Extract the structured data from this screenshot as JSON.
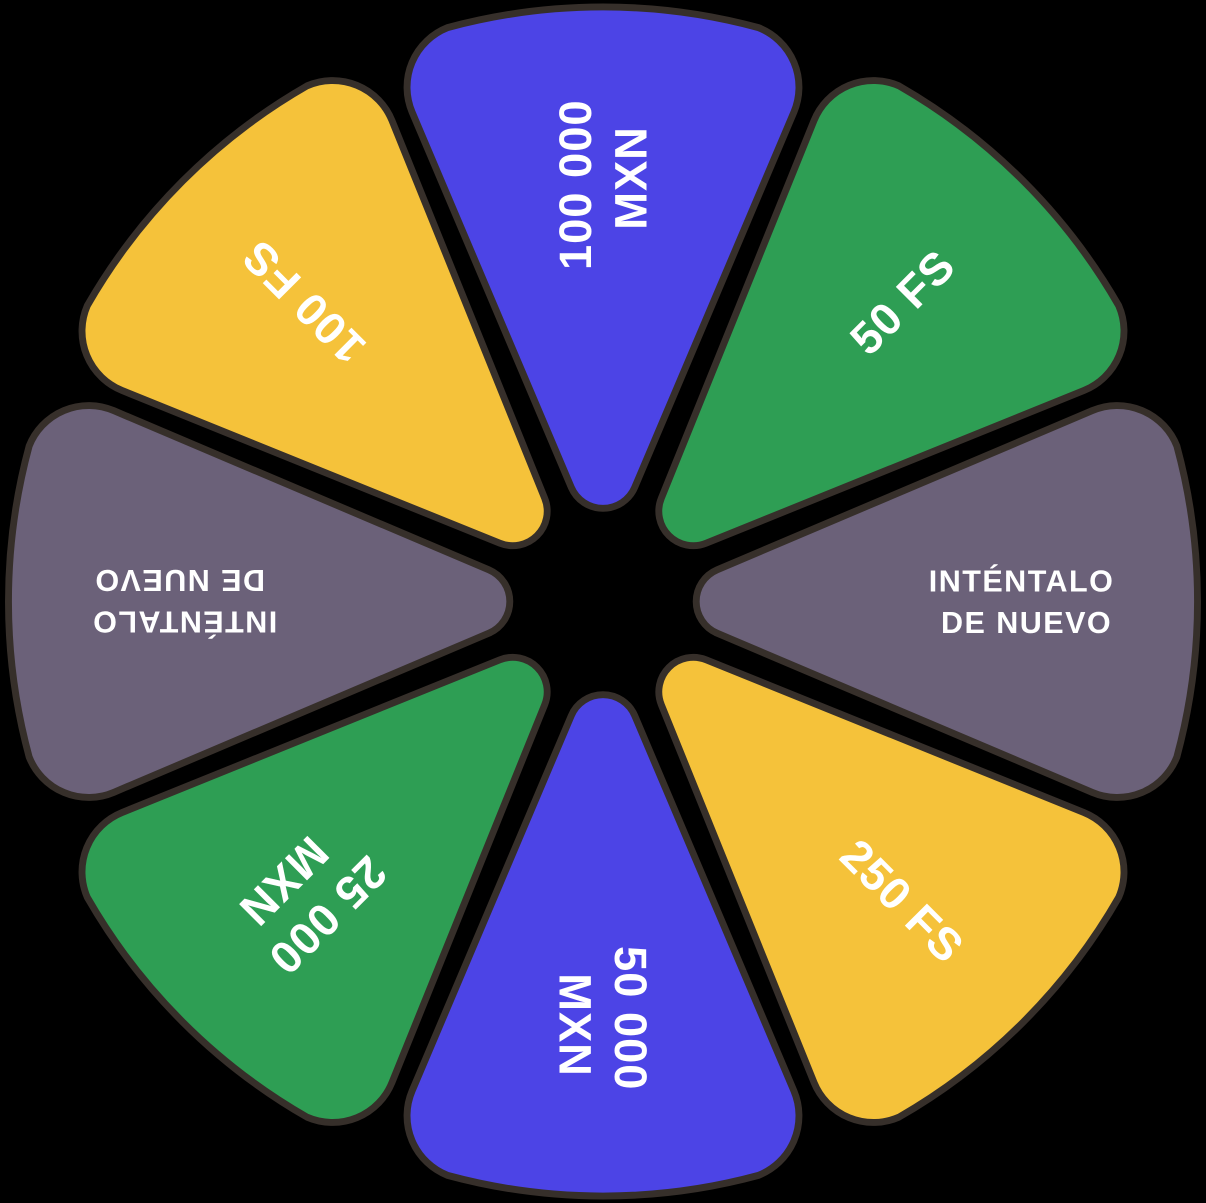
{
  "wheel": {
    "background_color": "#000000",
    "outline_color": "#362F2A",
    "text_color": "#FFFFFF",
    "segments": [
      {
        "position": "top",
        "line1": "100 000",
        "line2": "MXN",
        "color": "#4C44E6"
      },
      {
        "position": "top-right",
        "line1": "50 FS",
        "color": "#2E9E54"
      },
      {
        "position": "right",
        "line1": "INTÉNTALO",
        "line2": "DE NUEVO",
        "color": "#6B6179"
      },
      {
        "position": "bottom-right",
        "line1": "250 FS",
        "color": "#F5C23A"
      },
      {
        "position": "bottom",
        "line1": "50 000",
        "line2": "MXN",
        "color": "#4C44E6"
      },
      {
        "position": "bottom-left",
        "line1": "25 000",
        "line2": "MXN",
        "color": "#2E9E54"
      },
      {
        "position": "left",
        "line1": "INTÉNTALO",
        "line2": "DE NUEVO",
        "color": "#6B6179"
      },
      {
        "position": "top-left",
        "line1": "100 FS",
        "color": "#F5C23A"
      }
    ]
  }
}
